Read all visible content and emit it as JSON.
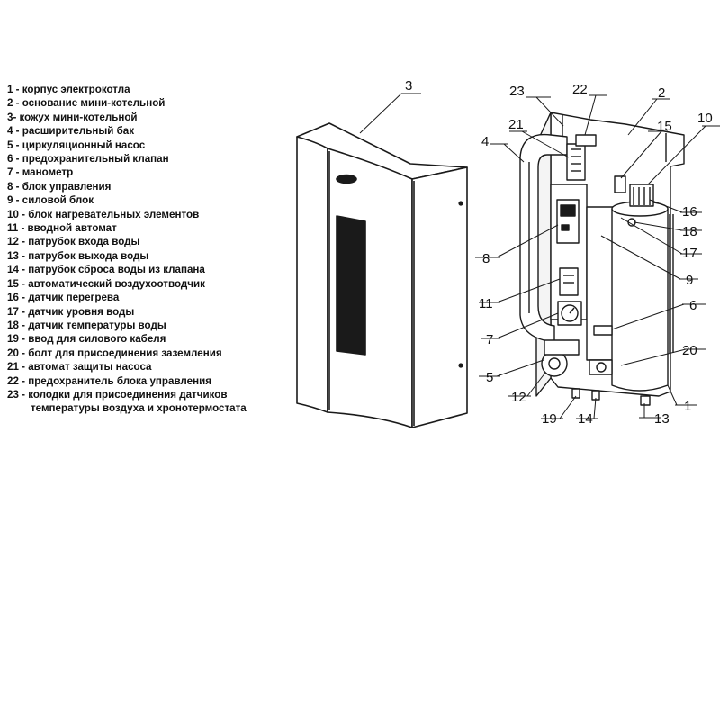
{
  "legend": [
    "1 - корпус электрокотла",
    "2 - основание мини-котельной",
    "3-  кожух мини-котельной",
    "4 - расширительный бак",
    "5 - циркуляционный насос",
    "6 - предохранительный клапан",
    "7 - манометр",
    "8 - блок управления",
    "9 - силовой блок",
    "10 - блок нагревательных элементов",
    "11 - вводной автомат",
    "12 - патрубок входа воды",
    "13 - патрубок выхода воды",
    "14 - патрубок сброса воды из клапана",
    "15 - автоматический воздухоотводчик",
    "16 - датчик перегрева",
    "17 - датчик уровня воды",
    "18 - датчик температуры воды",
    "19 - ввод для силового кабеля",
    "20 - болт для присоединения заземления",
    "21 - автомат защиты насоса",
    "22 - предохранитель блока управления",
    "23 - колодки для присоединения датчиков",
    "температуры воздуха и хронотермостата"
  ],
  "callouts": {
    "n1": "1",
    "n2": "2",
    "n3": "3",
    "n4": "4",
    "n5": "5",
    "n6": "6",
    "n7": "7",
    "n8": "8",
    "n9": "9",
    "n10": "10",
    "n11": "11",
    "n12": "12",
    "n13": "13",
    "n14": "14",
    "n15": "15",
    "n16": "16",
    "n17": "17",
    "n18": "18",
    "n19": "19",
    "n20": "20",
    "n21": "21",
    "n22": "22",
    "n23": "23"
  },
  "colors": {
    "line": "#1a1a1a",
    "panel": "#ffffff"
  }
}
